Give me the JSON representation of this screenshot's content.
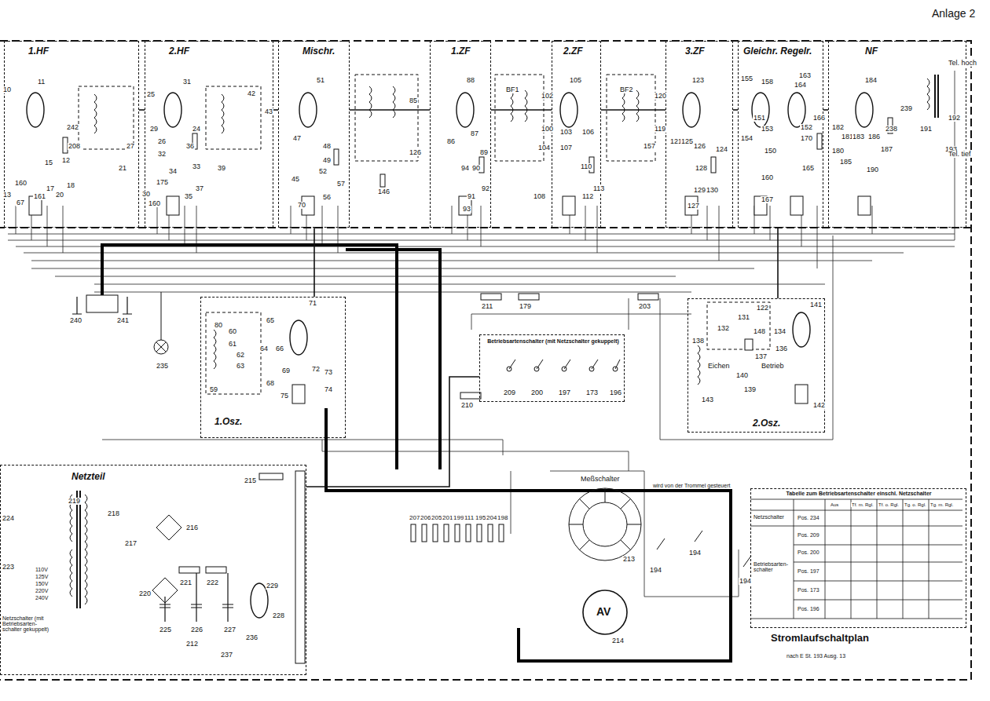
{
  "diagram": {
    "title": "Stromlaufschaltplan",
    "caption": "nach E St. 193 Ausg. 13",
    "nodes": [
      {
        "text": [
          "1.HF"
        ]
      },
      {
        "text": [
          "2.HF"
        ]
      },
      {
        "text": [
          "Mischr."
        ]
      },
      {
        "text": [
          "1.ZF"
        ]
      },
      {
        "text": [
          "2.ZF"
        ]
      },
      {
        "text": [
          "3.ZF"
        ]
      },
      {
        "text": [
          "Gleichr. Regelr."
        ]
      },
      {
        "text": [
          "NF"
        ]
      },
      {
        "text": [
          "1.Osz."
        ]
      },
      {
        "text": [
          "2.Osz."
        ]
      },
      {
        "text": [
          "Betriebsartenschalter (mit Netzschalter gekuppelt)"
        ]
      },
      {
        "text": [
          "Netzteil"
        ]
      },
      {
        "text": [
          "Tabelle zum Betriebsartenschalter einschl. Netzschalter"
        ]
      }
    ],
    "edges": [
      {
        "from": 0,
        "to": 1,
        "arrow": "none"
      },
      {
        "from": 1,
        "to": 2,
        "arrow": "none"
      },
      {
        "from": 2,
        "to": 3,
        "arrow": "none"
      },
      {
        "from": 3,
        "to": 4,
        "arrow": "none"
      },
      {
        "from": 4,
        "to": 5,
        "arrow": "none"
      },
      {
        "from": 5,
        "to": 6,
        "arrow": "none"
      },
      {
        "from": 6,
        "to": 7,
        "arrow": "none"
      },
      {
        "from": 8,
        "to": 2,
        "arrow": "none"
      },
      {
        "from": 9,
        "to": 6,
        "arrow": "none"
      },
      {
        "from": 10,
        "to": 11,
        "arrow": "none"
      }
    ],
    "labels": [
      "Anlage 2",
      "10",
      "11",
      "242",
      "208",
      "12",
      "15",
      "160",
      "13",
      "67",
      "161",
      "17",
      "20",
      "18",
      "25",
      "21",
      "27",
      "29",
      "31",
      "24",
      "26",
      "32",
      "36",
      "34",
      "33",
      "175",
      "30",
      "160",
      "35",
      "37",
      "39",
      "42",
      "43",
      "51",
      "47",
      "48",
      "49",
      "52",
      "45",
      "57",
      "56",
      "70",
      "85",
      "126",
      "146",
      "88",
      "86",
      "87",
      "89",
      "94",
      "90",
      "92",
      "91",
      "93",
      "BF1",
      "102",
      "100",
      "104",
      "108",
      "105",
      "103",
      "106",
      "107",
      "110",
      "112",
      "113",
      "BF2",
      "120",
      "119",
      "157",
      "123",
      "121",
      "125",
      "126",
      "124",
      "128",
      "129",
      "130",
      "127",
      "155",
      "158",
      "163",
      "164",
      "151",
      "153",
      "154",
      "166",
      "152",
      "170",
      "150",
      "165",
      "160",
      "167",
      "184",
      "239",
      "182",
      "238",
      "181",
      "183",
      "186",
      "180",
      "187",
      "185",
      "190",
      "191",
      "192",
      "193",
      "Tel. hoch",
      "Tel. tief",
      "240",
      "241",
      "235",
      "80",
      "60",
      "61",
      "62",
      "63",
      "59",
      "65",
      "64",
      "66",
      "68",
      "69",
      "71",
      "72",
      "73",
      "75",
      "74",
      "211",
      "179",
      "203",
      "209",
      "200",
      "197",
      "173",
      "196",
      "210",
      "131",
      "122",
      "132",
      "148",
      "134",
      "136",
      "138",
      "137",
      "Eichen",
      "Betrieb",
      "140",
      "139",
      "141",
      "142",
      "143",
      "215",
      "219",
      "218",
      "224",
      "216",
      "217",
      "223",
      "110V",
      "125V",
      "150V",
      "220V",
      "240V",
      "220",
      "221",
      "222",
      "229",
      "228",
      "225",
      "226",
      "227",
      "236",
      "212",
      "237",
      "Netzschalter (mit Betriebsarten- schalter gekuppelt)",
      "207",
      "206",
      "205",
      "201",
      "199",
      "111",
      "195",
      "204",
      "198",
      "Meßschalter",
      "213",
      "AV",
      "214",
      "wird von der Trommel gesteuert",
      "194",
      "194",
      "194",
      "Netzschalter",
      "Pos. 234",
      "Betriebsarten- schalter",
      "Pos. 209",
      "Pos. 200",
      "Pos. 197",
      "Pos. 173",
      "Pos. 196",
      "Aus",
      "Tf. m. Rgl.",
      "Tf. o. Rgl.",
      "Tg. o. Rgl.",
      "Tg. m. Rgl."
    ]
  }
}
